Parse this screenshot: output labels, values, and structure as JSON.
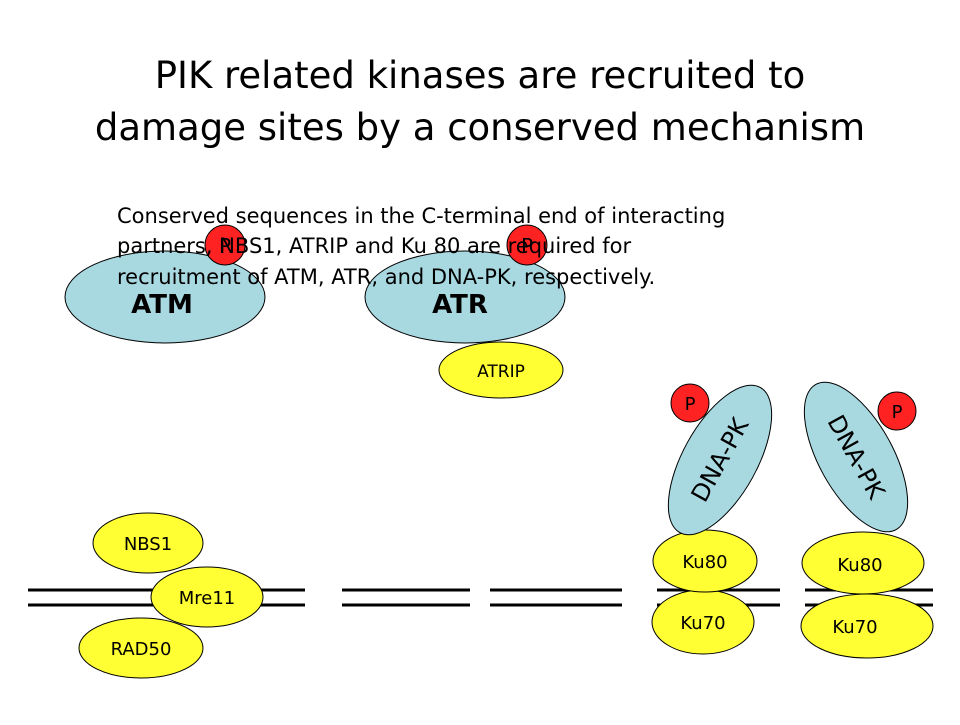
{
  "slide": {
    "title_line1": "PIK related kinases are recruited to",
    "title_line2": "damage sites by a conserved mechanism",
    "body_line1": "Conserved sequences in the C-terminal end of interacting",
    "body_line2": "partners, NBS1, ATRIP and Ku 80 are required for",
    "body_line3": "recruitment of ATM, ATR, and DNA-PK, respectively."
  },
  "labels": {
    "atm": "ATM",
    "atr": "ATR",
    "atrip": "ATRIP",
    "phospho": "P",
    "nbs1": "NBS1",
    "mre11": "Mre11",
    "rad50": "RAD50",
    "dnapk": "DNA-PK",
    "ku80": "Ku80",
    "ku70": "Ku70"
  },
  "colors": {
    "kinase_fill": "#a8d8e0",
    "partner_fill": "#ffff33",
    "phospho_fill": "#ff2222",
    "outline": "#000000"
  }
}
